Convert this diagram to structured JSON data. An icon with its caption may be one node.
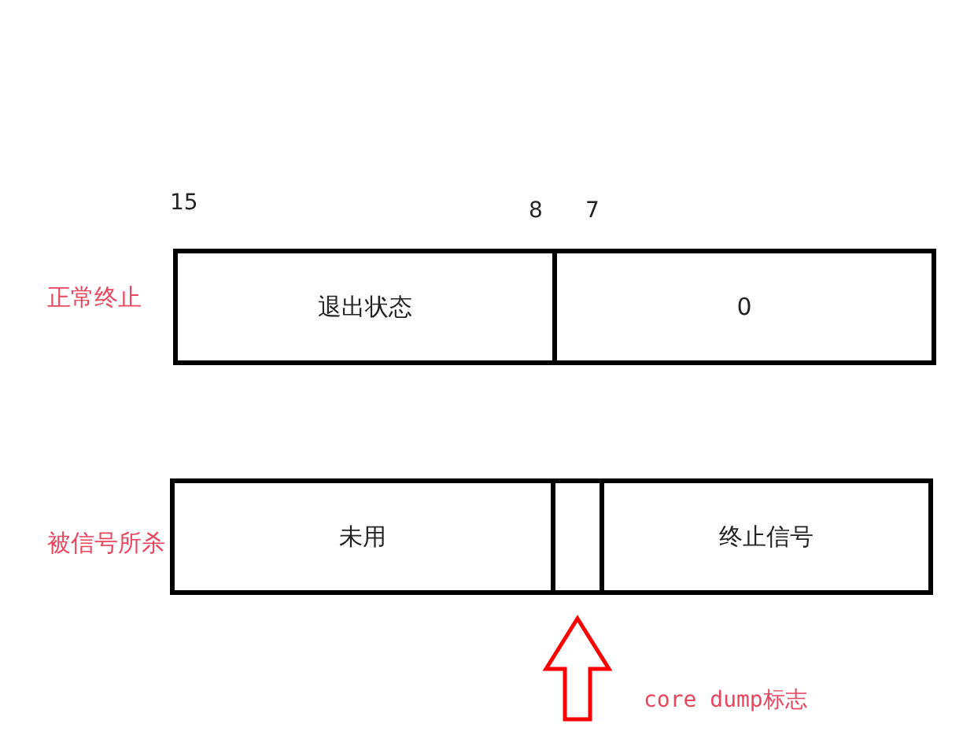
{
  "diagram": {
    "nodes": [
      {
        "text": [
          "退出状态"
        ]
      },
      {
        "text": [
          "0"
        ]
      },
      {
        "text": [
          "未用"
        ]
      },
      {
        "text": [],
        "shape": "box"
      },
      {
        "text": [
          "终止信号"
        ]
      }
    ],
    "edges": [
      {
        "from": null,
        "to": 3,
        "arrow": "to",
        "style": "thick",
        "color": "#ff0000"
      }
    ],
    "labels": [
      "15",
      "8",
      "7",
      "正常终止",
      "被信号所杀",
      "core dump标志"
    ]
  }
}
